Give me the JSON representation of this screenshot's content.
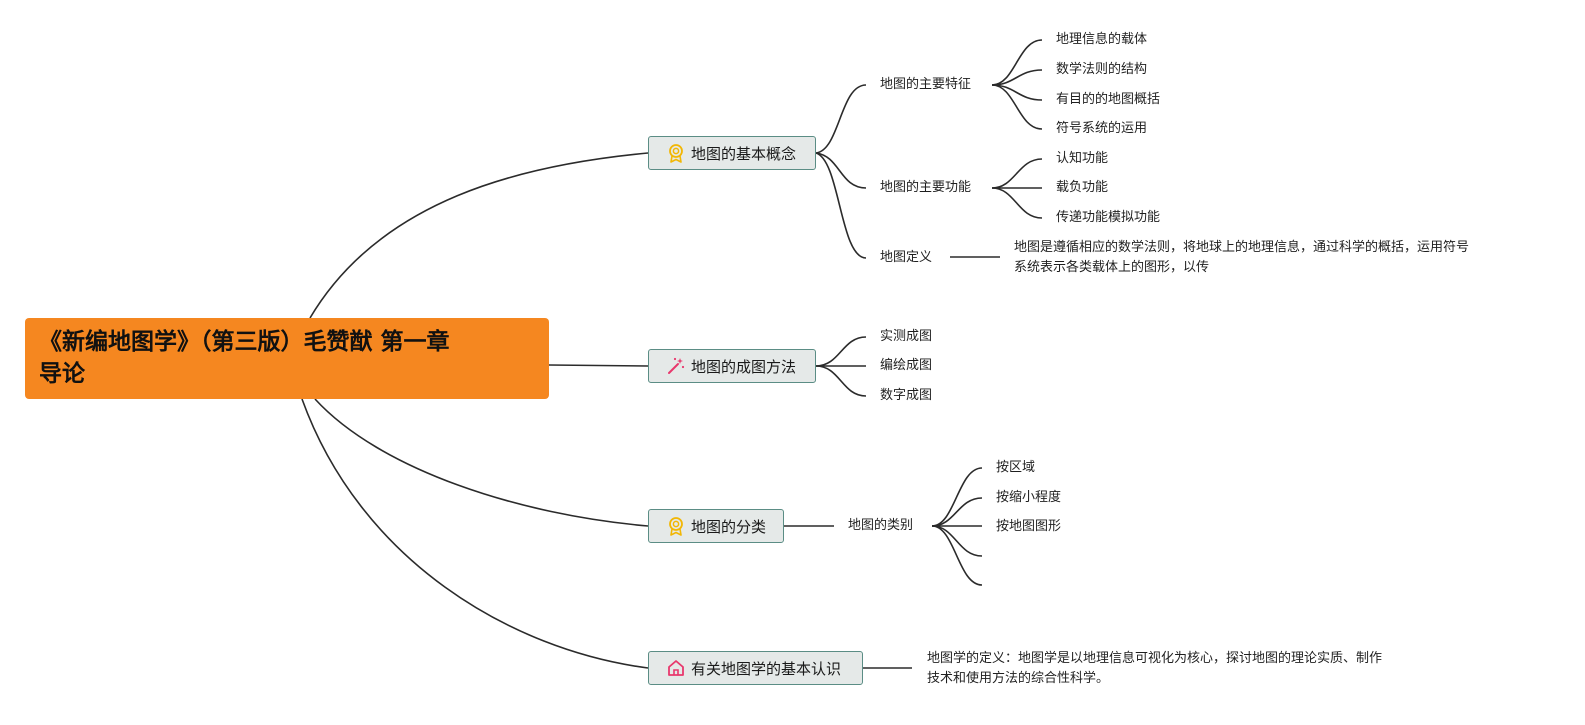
{
  "root": {
    "title_line1": "《新编地图学》（第三版）毛赞猷 第一章",
    "title_line2": "导论"
  },
  "topics": [
    {
      "label": "地图的基本概念",
      "icon": "medal-icon",
      "subs": [
        {
          "label": "地图的主要特征",
          "leaves": [
            "地理信息的载体",
            "数学法则的结构",
            "有目的的地图概括",
            "符号系统的运用"
          ]
        },
        {
          "label": "地图的主要功能",
          "leaves": [
            "认知功能",
            "载负功能",
            "传递功能模拟功能"
          ]
        },
        {
          "label": "地图定义",
          "note_line1": "地图是遵循相应的数学法则，将地球上的地理信息，通过科学的概括，运用符号",
          "note_line2": "系统表示各类载体上的图形，以传"
        }
      ]
    },
    {
      "label": "地图的成图方法",
      "icon": "magic-wand-icon",
      "leaves": [
        "实测成图",
        "编绘成图",
        "数字成图"
      ]
    },
    {
      "label": "地图的分类",
      "icon": "medal-icon",
      "subs": [
        {
          "label": "地图的类别",
          "leaves": [
            "按区域",
            "按缩小程度",
            "按地图图形",
            "",
            ""
          ]
        }
      ]
    },
    {
      "label": "有关地图学的基本认识",
      "icon": "home-icon",
      "note_line1": "地图学的定义：地图学是以地理信息可视化为核心，探讨地图的理论实质、制作",
      "note_line2": "技术和使用方法的综合性科学。"
    }
  ],
  "colors": {
    "root_fill": "#f58720",
    "topic_fill": "#e5e9e8",
    "topic_border": "#5b8d85",
    "connector": "#2b2b2b",
    "medal_icon": "#f2b705",
    "wand_icon": "#e8386d",
    "home_icon": "#e8386d"
  }
}
